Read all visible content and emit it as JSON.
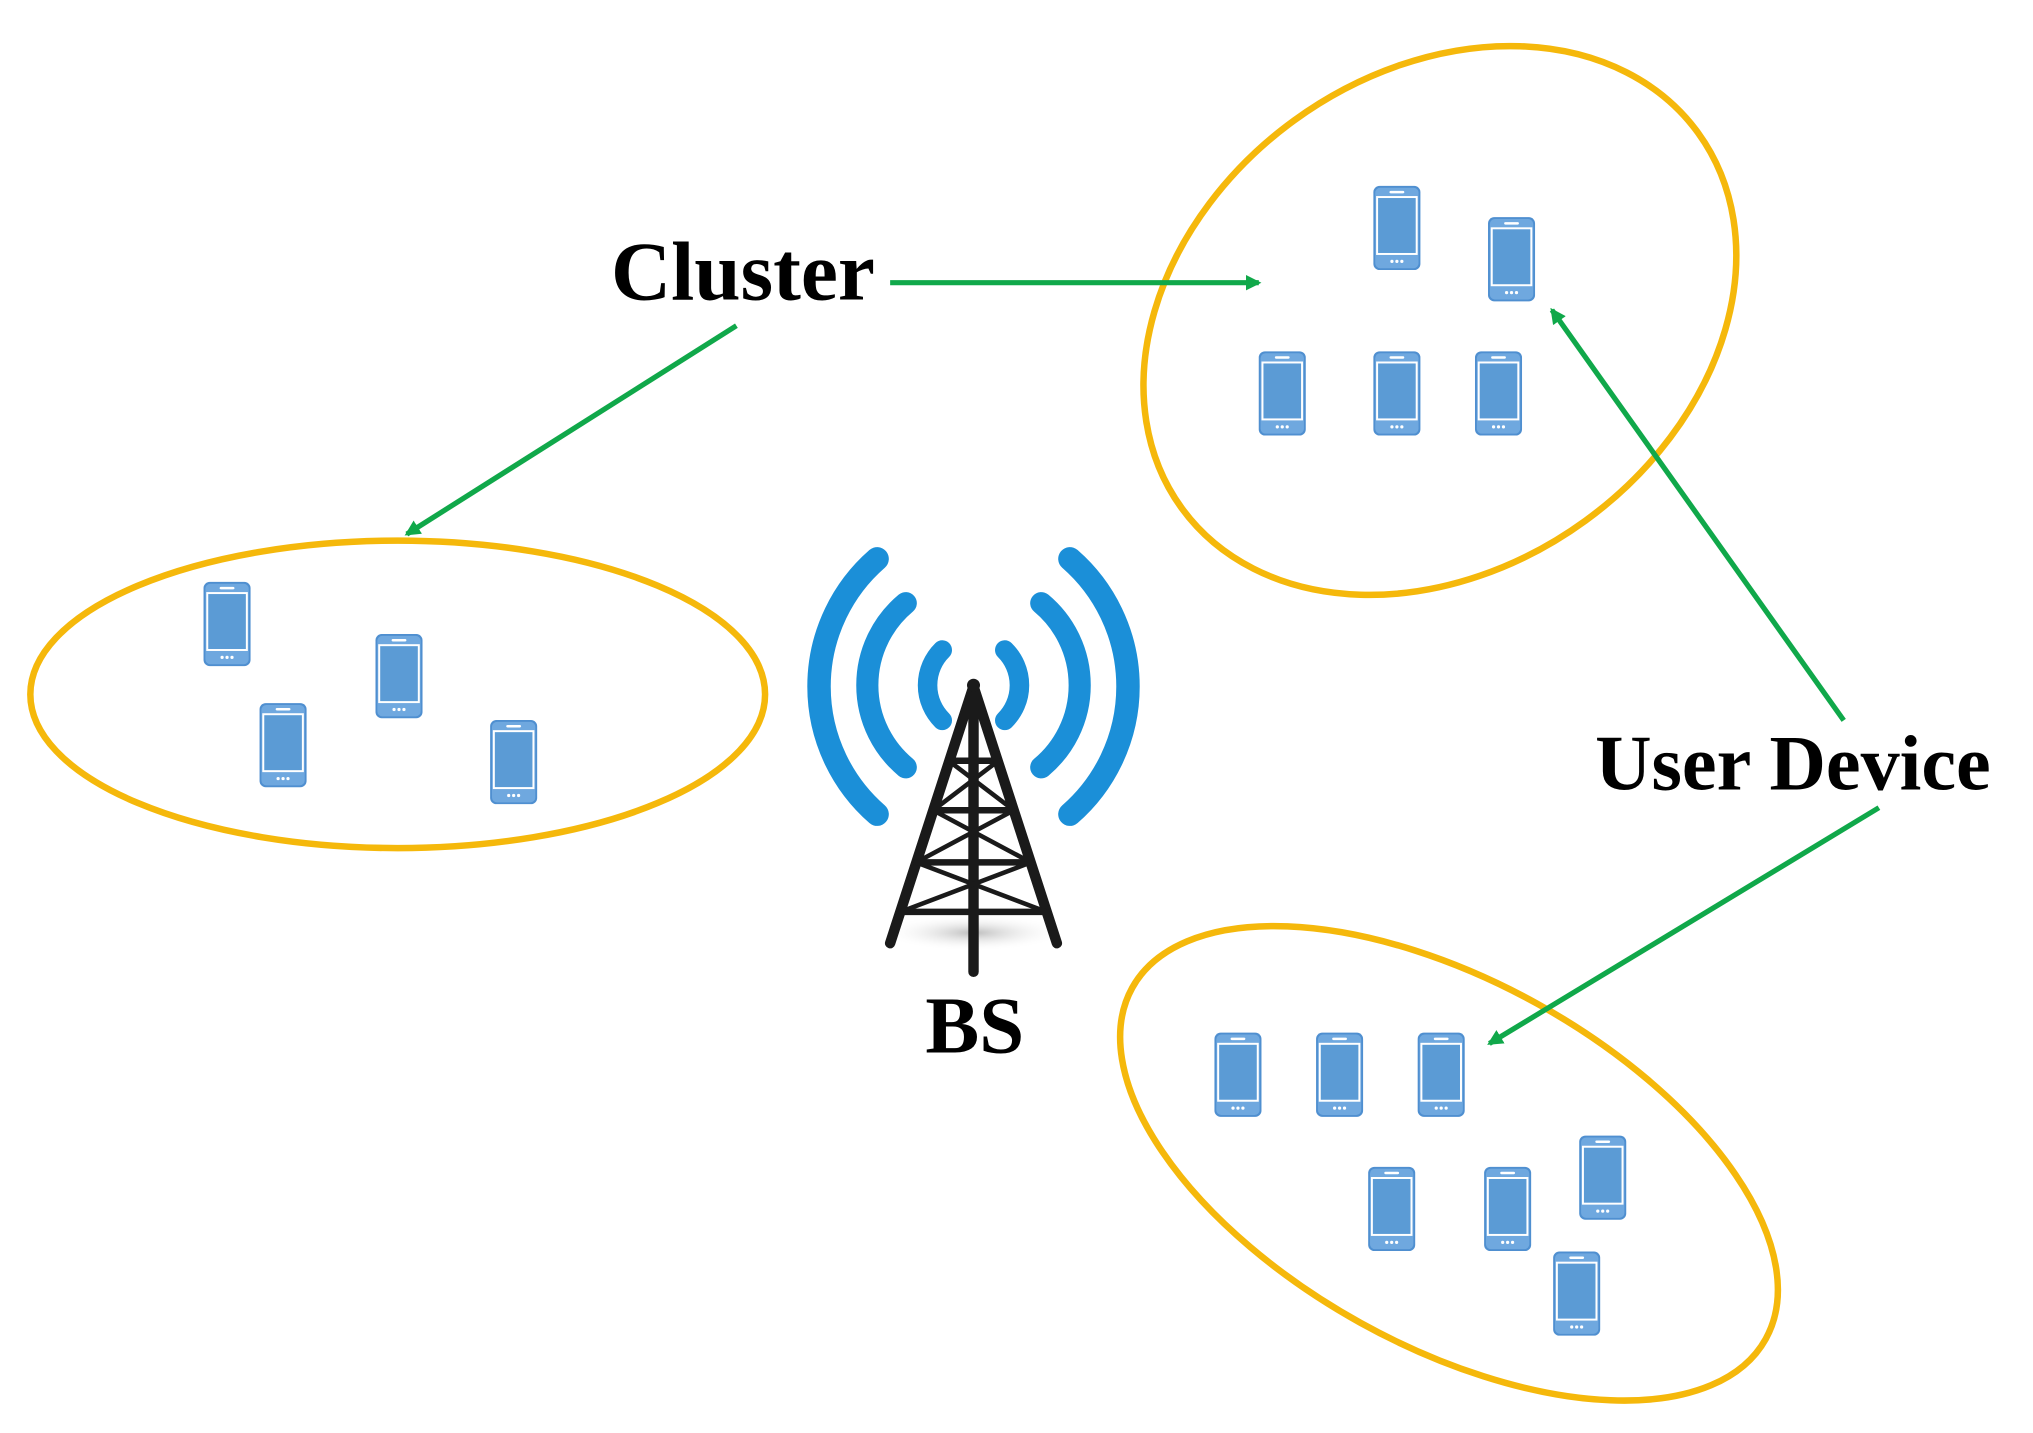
{
  "labels": {
    "cluster": "Cluster",
    "user_device": "User Device",
    "base_station": "BS"
  },
  "colors": {
    "cluster_outline": "#F5B80B",
    "arrow": "#10A84A",
    "device_body": "#5B9BD5",
    "signal_waves": "#1B8FD8",
    "tower": "#1A1A1A"
  },
  "clusters": [
    {
      "id": "left",
      "device_count": 4
    },
    {
      "id": "top-right",
      "device_count": 5
    },
    {
      "id": "bottom-right",
      "device_count": 7
    }
  ],
  "icons": {
    "device": "smartphone-icon",
    "base_station": "cell-tower-icon"
  }
}
